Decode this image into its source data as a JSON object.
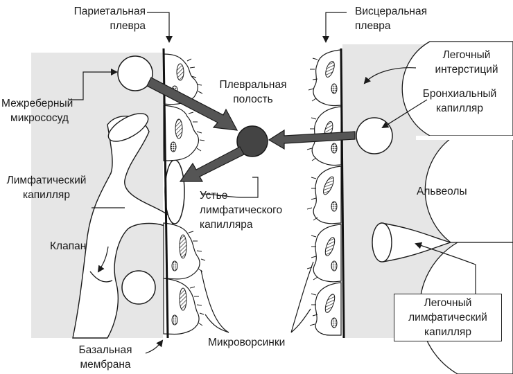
{
  "labels": {
    "parietal_pleura": [
      "Париетальная",
      "плевра"
    ],
    "visceral_pleura": [
      "Висцеральная",
      "плевра"
    ],
    "pleural_cavity": [
      "Плевральная",
      "полость"
    ],
    "intercostal_microvessel": [
      "Межреберный",
      "микрососуд"
    ],
    "lymphatic_capillary": [
      "Лимфатический",
      "капилляр"
    ],
    "lymphatic_stoma": [
      "Устье",
      "лимфатического",
      "капилляра"
    ],
    "valve": [
      "Клапан"
    ],
    "basement_membrane": [
      "Базальная",
      "мембрана"
    ],
    "microvilli": [
      "Микроворсинки"
    ],
    "lung_interstitium": [
      "Легочный",
      "интерстиций"
    ],
    "bronchial_capillary": [
      "Бронхиальный",
      "капилляр"
    ],
    "alveoli": [
      "Альвеолы"
    ],
    "pulmonary_lymphatic_capillary": [
      "Легочный",
      "лимфатический",
      "капилляр"
    ]
  },
  "colors": {
    "background": "#ffffff",
    "tissue_gray": "#e6e6e6",
    "line": "#1a1a1a",
    "arrow_fill": "#555555",
    "pleural_cavity_node": "#444444"
  }
}
